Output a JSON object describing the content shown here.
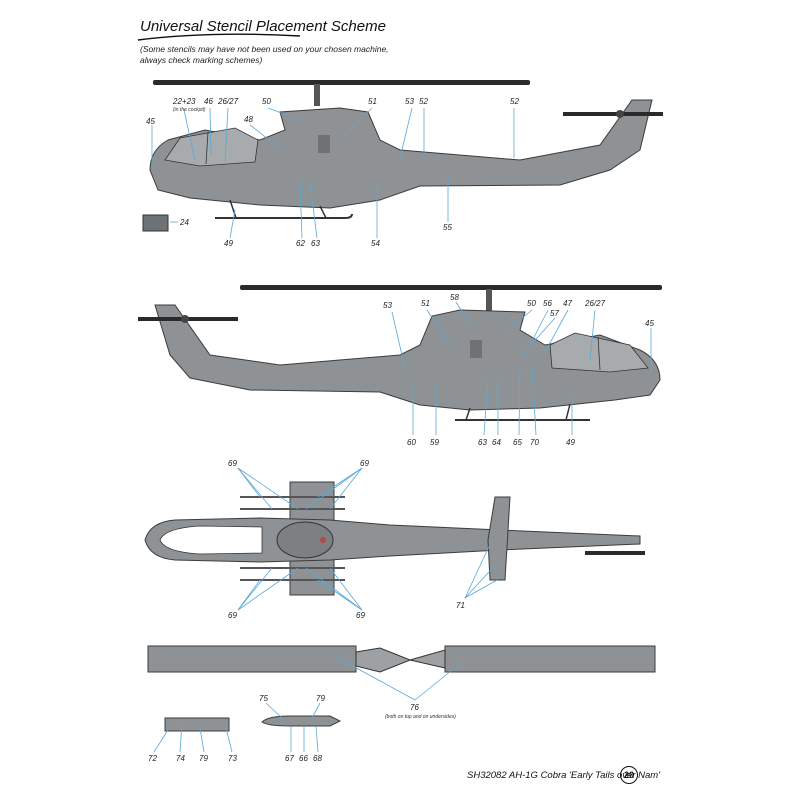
{
  "title": "Universal Stencil Placement Scheme",
  "subtitle_lines": [
    "(Some stencils may have not been used on your chosen machine,",
    "always check marking schemes)"
  ],
  "colors": {
    "airframe": "#8f9294",
    "airframe_dark": "#6f7274",
    "outline": "#3a3c3e",
    "callout_line": "#5aa8d8",
    "rotor": "#2a2a2a",
    "text": "#222222"
  },
  "views": {
    "side_left": {
      "callouts": [
        "45",
        "22+23",
        "46",
        "26/27",
        "50",
        "48",
        "51",
        "53",
        "52",
        "52",
        "24",
        "49",
        "62",
        "63",
        "54",
        "55"
      ],
      "note_cockpit": "(in the cockpit)"
    },
    "side_right": {
      "callouts": [
        "53",
        "51",
        "58",
        "50",
        "56",
        "47",
        "26/27",
        "57",
        "45",
        "60",
        "59",
        "63",
        "64",
        "65",
        "70",
        "49"
      ]
    },
    "top": {
      "callouts": [
        "69",
        "69",
        "69",
        "69",
        "71"
      ]
    },
    "rotor": {
      "callouts": [
        "76"
      ],
      "note_rotor": "(both on top and on undersides)"
    },
    "pods": {
      "callouts": [
        "72",
        "74",
        "79",
        "73",
        "75",
        "79",
        "67",
        "66",
        "68"
      ]
    }
  },
  "footer": "SH32082  AH-1G Cobra 'Early Tails over Nam'",
  "page_number": "20"
}
